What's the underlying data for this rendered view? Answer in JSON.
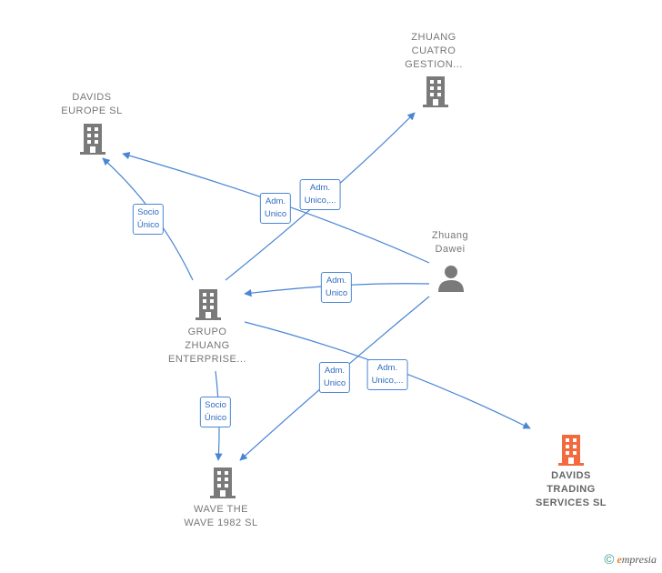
{
  "nodes": {
    "zhuang_cuatro": {
      "lines": [
        "ZHUANG",
        "CUATRO",
        "GESTION..."
      ]
    },
    "davids_europe": {
      "lines": [
        "DAVIDS",
        "EUROPE  SL"
      ]
    },
    "zhuang_dawei": {
      "lines": [
        "Zhuang",
        "Dawei"
      ]
    },
    "grupo_zhuang": {
      "lines": [
        "GRUPO",
        "ZHUANG",
        "ENTERPRISE..."
      ]
    },
    "wave_the_wave": {
      "lines": [
        "WAVE THE",
        "WAVE 1982  SL"
      ]
    },
    "davids_trading": {
      "lines": [
        "DAVIDS",
        "TRADING",
        "SERVICES  SL"
      ]
    }
  },
  "edges": {
    "socio_unico_europe": {
      "lines": [
        "Socio",
        "Único"
      ]
    },
    "adm_unico_europe": {
      "lines": [
        "Adm.",
        "Unico"
      ]
    },
    "adm_unico_cuatro": {
      "lines": [
        "Adm.",
        "Unico,..."
      ]
    },
    "adm_unico_grupo": {
      "lines": [
        "Adm.",
        "Unico"
      ]
    },
    "adm_unico_wave": {
      "lines": [
        "Adm.",
        "Unico"
      ]
    },
    "adm_unico_trading": {
      "lines": [
        "Adm.",
        "Unico,..."
      ]
    },
    "socio_unico_wave": {
      "lines": [
        "Socio",
        "Único"
      ]
    }
  },
  "colors": {
    "edge": "#4a86d4",
    "company": "#7a7a7a",
    "company_highlight": "#f26a3d",
    "person": "#7a7a7a"
  },
  "icons": {
    "company": "building-icon",
    "person": "person-icon"
  },
  "footer": {
    "copyright": "©",
    "brand_initial": "e",
    "brand_rest": "mpresia"
  }
}
